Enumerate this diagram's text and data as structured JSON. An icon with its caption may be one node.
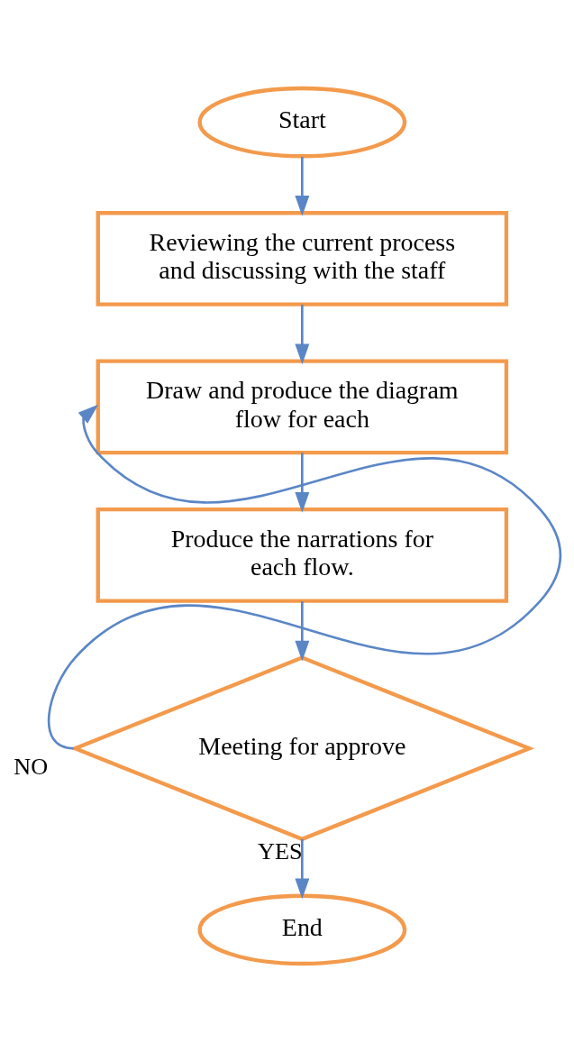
{
  "diagram": {
    "nodes": [
      {
        "text": [
          "Start"
        ]
      },
      {
        "text": [
          "Reviewing the current process and discussing with the staff"
        ]
      },
      {
        "text": [
          "Draw and produce the diagram flow for each"
        ]
      },
      {
        "text": [
          "Produce the narrations for each flow."
        ]
      },
      {
        "text": [
          "Meeting for approve"
        ]
      },
      {
        "text": [
          "End"
        ]
      }
    ],
    "edges": [
      {
        "from": 0,
        "to": 1,
        "arrow": "to"
      },
      {
        "from": 1,
        "to": 2,
        "arrow": "to"
      },
      {
        "from": 2,
        "to": 3,
        "arrow": "to"
      },
      {
        "from": 3,
        "to": 4,
        "arrow": "to"
      },
      {
        "from": 4,
        "to": 2,
        "arrow": "to",
        "label": "NO"
      },
      {
        "from": 4,
        "to": 5,
        "arrow": "to",
        "label": "YES"
      }
    ]
  }
}
